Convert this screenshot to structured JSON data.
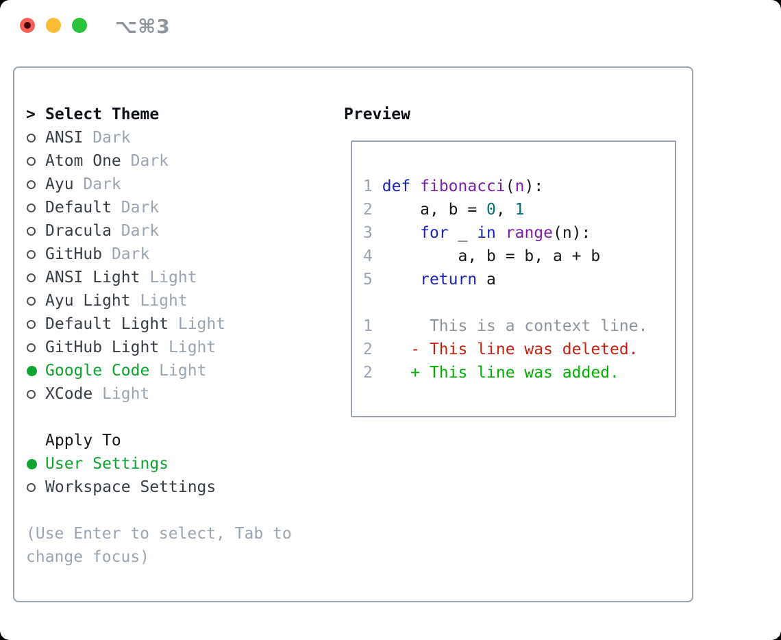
{
  "titlebar": {
    "title": "⌥⌘3"
  },
  "colors": {
    "accent_green": "#0ea42e",
    "muted_gray": "#9aa5b2",
    "border_gray": "#9aa3ad",
    "keyword_blue": "#1c23b8",
    "function_purple": "#7d1fa5",
    "number_teal": "#006e73",
    "diff_deleted_red": "#c42314",
    "diff_added_green": "#00b000",
    "traffic_red": "#f65f57",
    "traffic_yellow": "#f8bc35",
    "traffic_green": "#2bc23c"
  },
  "theme_panel": {
    "cursor": ">",
    "header": "Select Theme",
    "themes": [
      {
        "name": "ANSI",
        "variant": "Dark",
        "selected": false
      },
      {
        "name": "Atom One",
        "variant": "Dark",
        "selected": false
      },
      {
        "name": "Ayu",
        "variant": "Dark",
        "selected": false
      },
      {
        "name": "Default",
        "variant": "Dark",
        "selected": false
      },
      {
        "name": "Dracula",
        "variant": "Dark",
        "selected": false
      },
      {
        "name": "GitHub",
        "variant": "Dark",
        "selected": false
      },
      {
        "name": "ANSI Light",
        "variant": "Light",
        "selected": false
      },
      {
        "name": "Ayu Light",
        "variant": "Light",
        "selected": false
      },
      {
        "name": "Default Light",
        "variant": "Light",
        "selected": false
      },
      {
        "name": "GitHub Light",
        "variant": "Light",
        "selected": false
      },
      {
        "name": "Google Code",
        "variant": "Light",
        "selected": true
      },
      {
        "name": "XCode",
        "variant": "Light",
        "selected": false
      }
    ],
    "apply_to": {
      "header": "Apply To",
      "options": [
        {
          "label": "User Settings",
          "selected": true
        },
        {
          "label": "Workspace Settings",
          "selected": false
        }
      ]
    },
    "help_lines": [
      "(Use Enter to select, Tab to",
      "change focus)"
    ]
  },
  "preview_panel": {
    "header": "Preview",
    "code_lines": [
      [
        [
          "ln",
          "1"
        ],
        [
          "pl",
          " "
        ],
        [
          "kw",
          "def"
        ],
        [
          "pl",
          " "
        ],
        [
          "fn",
          "fibonacci"
        ],
        [
          "pl",
          "("
        ],
        [
          "fn",
          "n"
        ],
        [
          "pl",
          "):"
        ]
      ],
      [
        [
          "ln",
          "2"
        ],
        [
          "pl",
          "     a, b = "
        ],
        [
          "num",
          "0"
        ],
        [
          "pl",
          ", "
        ],
        [
          "num",
          "1"
        ]
      ],
      [
        [
          "ln",
          "3"
        ],
        [
          "pl",
          "     "
        ],
        [
          "kw",
          "for"
        ],
        [
          "pl",
          " _ "
        ],
        [
          "kw",
          "in"
        ],
        [
          "pl",
          " "
        ],
        [
          "fn",
          "range"
        ],
        [
          "pl",
          "(n):"
        ]
      ],
      [
        [
          "ln",
          "4"
        ],
        [
          "pl",
          "         a, b = b, a + b"
        ]
      ],
      [
        [
          "ln",
          "5"
        ],
        [
          "pl",
          "     "
        ],
        [
          "kw",
          "return"
        ],
        [
          "pl",
          " a"
        ]
      ]
    ],
    "diff_lines": [
      [
        [
          "ln",
          "1"
        ],
        [
          "ctx",
          "      This is a context line."
        ]
      ],
      [
        [
          "ln",
          "2"
        ],
        [
          "pl",
          "    "
        ],
        [
          "del",
          "- This line was deleted."
        ]
      ],
      [
        [
          "ln",
          "2"
        ],
        [
          "pl",
          "    "
        ],
        [
          "add",
          "+ This line was added."
        ]
      ]
    ]
  }
}
